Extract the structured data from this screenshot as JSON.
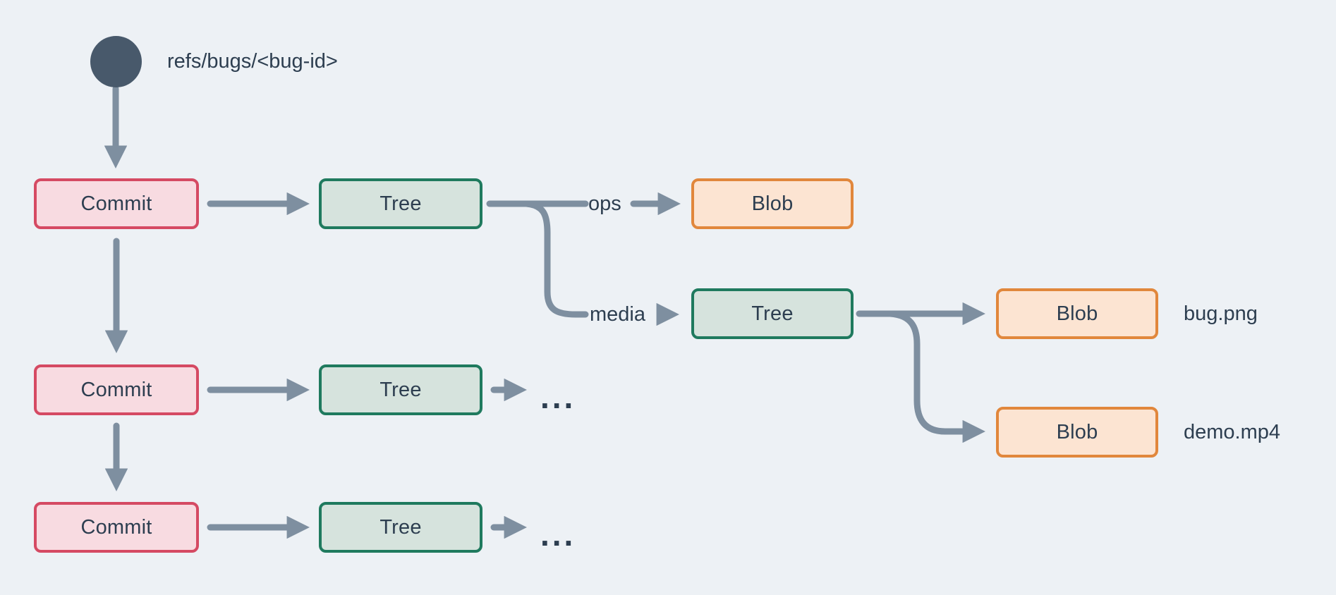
{
  "ref": {
    "label": "refs/bugs/<bug-id>"
  },
  "nodes": {
    "commit1": {
      "label": "Commit"
    },
    "commit2": {
      "label": "Commit"
    },
    "commit3": {
      "label": "Commit"
    },
    "tree1": {
      "label": "Tree"
    },
    "tree2": {
      "label": "Tree"
    },
    "tree3": {
      "label": "Tree"
    },
    "tree_media": {
      "label": "Tree"
    },
    "blob_ops": {
      "label": "Blob"
    },
    "blob_bug": {
      "label": "Blob"
    },
    "blob_demo": {
      "label": "Blob"
    }
  },
  "edges": {
    "ops": {
      "label": "ops"
    },
    "media": {
      "label": "media"
    }
  },
  "files": {
    "bug": {
      "label": "bug.png"
    },
    "demo": {
      "label": "demo.mp4"
    }
  },
  "ellipsis_row2": "...",
  "ellipsis_row3": "...",
  "colors": {
    "background": "#edf1f5",
    "ref_circle": "#48596b",
    "connector": "#7e8fa0",
    "text": "#2d3e50",
    "commit_fill": "#f8dbe1",
    "commit_border": "#d54a63",
    "tree_fill": "#d6e3dd",
    "tree_border": "#1f7a5e",
    "blob_fill": "#fce4d2",
    "blob_border": "#e1873c"
  }
}
